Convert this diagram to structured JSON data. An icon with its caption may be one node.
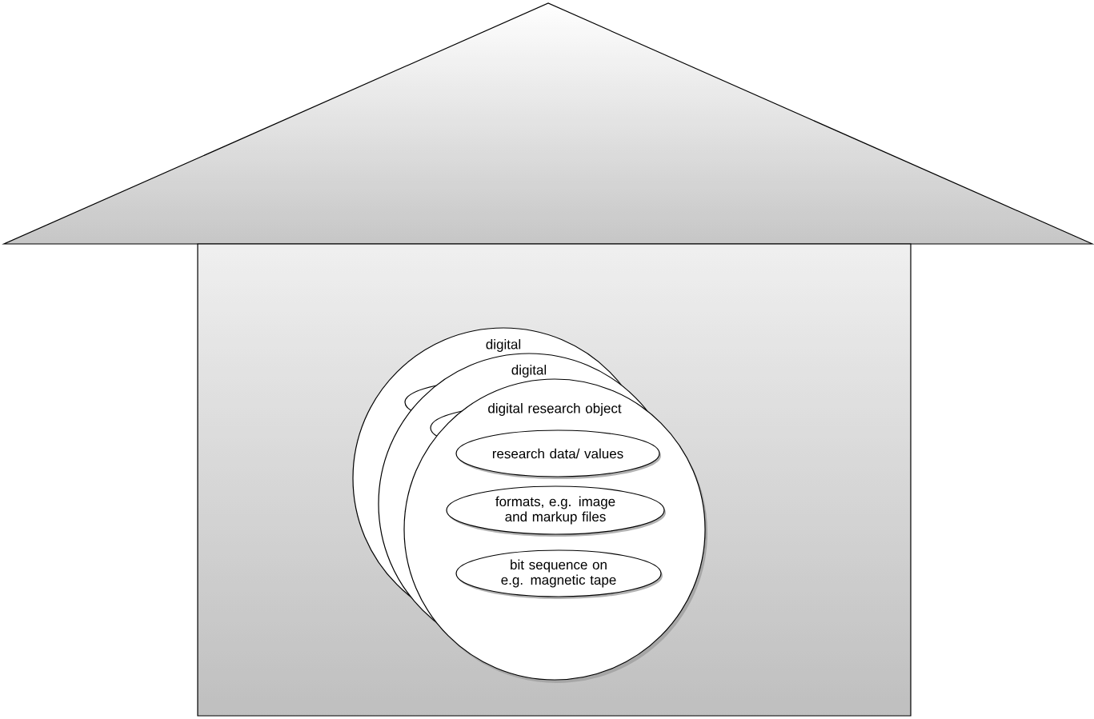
{
  "diagram": {
    "nodes": [
      {
        "text": [],
        "shape": "triangle"
      },
      {
        "text": [],
        "shape": "box"
      },
      {
        "text": [
          "digital"
        ],
        "in": 1
      },
      {
        "text": [
          "digital"
        ],
        "in": 1
      },
      {
        "text": [
          "digital research object"
        ],
        "in": 1
      },
      {
        "text": [
          "research data/ values"
        ]
      },
      {
        "text": [
          "formats, e.g. image and markup files"
        ]
      },
      {
        "text": [
          "bit sequence on e.g. magnetic tape"
        ]
      }
    ]
  }
}
